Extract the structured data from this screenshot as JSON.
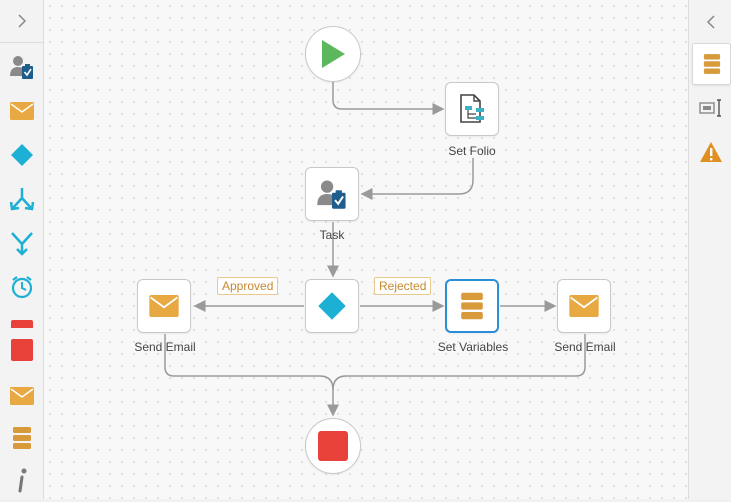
{
  "colors": {
    "start_green": "#5cb85c",
    "end_red": "#e8413a",
    "mail_orange": "#e8a842",
    "decision_cyan": "#1cb0d4",
    "selected_blue": "#2a8fd6",
    "warning_orange": "#e09020",
    "edge_label_text": "#c7882e"
  },
  "left_toolbar": {
    "collapse_icon": "chevron-right",
    "tools": [
      "task-person-icon",
      "email-icon",
      "decision-diamond-icon",
      "split-icon",
      "merge-icon",
      "timer-icon",
      "end-stop-icon",
      "email-icon",
      "variables-icon",
      "info-icon"
    ]
  },
  "right_panel": {
    "collapse_icon": "chevron-left",
    "buttons": [
      "variables-icon",
      "field-select-icon",
      "warning-icon"
    ]
  },
  "workflow": {
    "nodes": {
      "set_folio": {
        "label": "Set Folio"
      },
      "task": {
        "label": "Task"
      },
      "send_email_left": {
        "label": "Send Email"
      },
      "set_variables": {
        "label": "Set Variables"
      },
      "send_email_right": {
        "label": "Send Email"
      }
    },
    "edges": {
      "approved": "Approved",
      "rejected": "Rejected"
    }
  }
}
